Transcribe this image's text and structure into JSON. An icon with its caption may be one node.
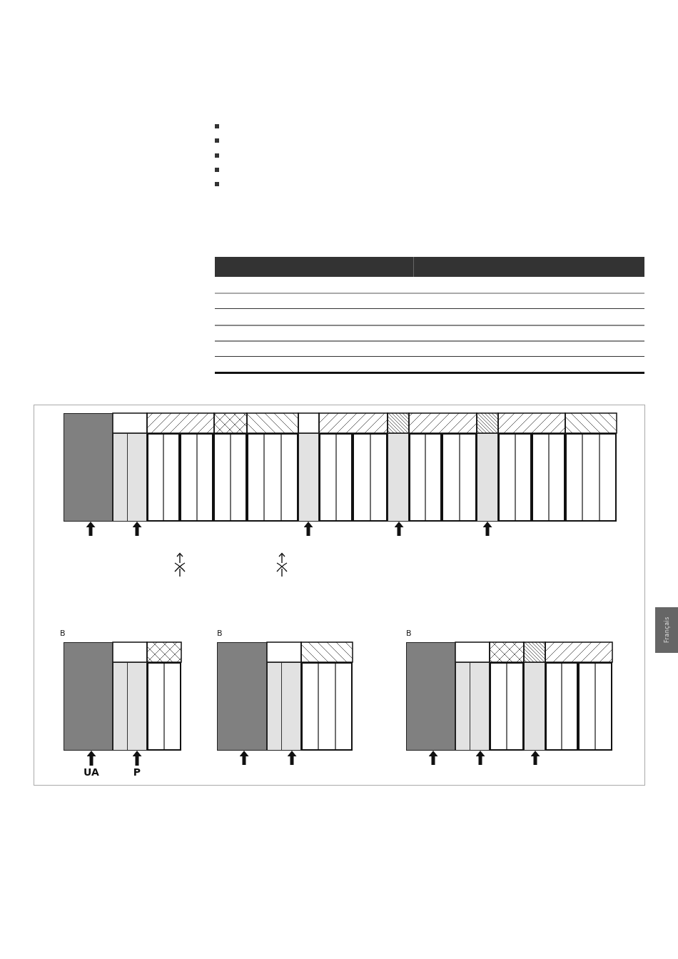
{
  "diagram": {
    "nodes": [
      {
        "text": [],
        "shape": "box"
      },
      {
        "text": [],
        "shape": "box"
      },
      {
        "text": [],
        "shape": "box"
      },
      {
        "text": [],
        "shape": "box"
      },
      {
        "text": [],
        "shape": "box"
      },
      {
        "text": [],
        "shape": "box"
      },
      {
        "text": [],
        "shape": "box"
      },
      {
        "text": [
          "UA"
        ]
      },
      {
        "text": [
          "P"
        ]
      },
      {
        "text": [],
        "shape": "box"
      },
      {
        "text": [],
        "shape": "box"
      },
      {
        "text": [],
        "shape": "box"
      },
      {
        "text": [],
        "shape": "box"
      },
      {
        "text": [],
        "shape": "box"
      }
    ],
    "edges": [
      {
        "from": null,
        "to": 0,
        "arrow": "to"
      },
      {
        "from": null,
        "to": 1,
        "arrow": "to"
      },
      {
        "from": null,
        "to": 2,
        "arrow": "to"
      },
      {
        "from": null,
        "to": 3,
        "arrow": "to"
      },
      {
        "from": null,
        "to": 4,
        "arrow": "to"
      },
      {
        "from": 7,
        "to": 5,
        "arrow": "to"
      },
      {
        "from": 8,
        "to": 6,
        "arrow": "to"
      },
      {
        "from": null,
        "to": 9,
        "arrow": "to"
      },
      {
        "from": null,
        "to": 10,
        "arrow": "to"
      },
      {
        "from": null,
        "to": 11,
        "arrow": "to"
      },
      {
        "from": null,
        "to": 12,
        "arrow": "to"
      },
      {
        "from": null,
        "to": 13,
        "arrow": "to"
      }
    ],
    "labels": [
      "B",
      "B",
      "B",
      "Français"
    ]
  }
}
